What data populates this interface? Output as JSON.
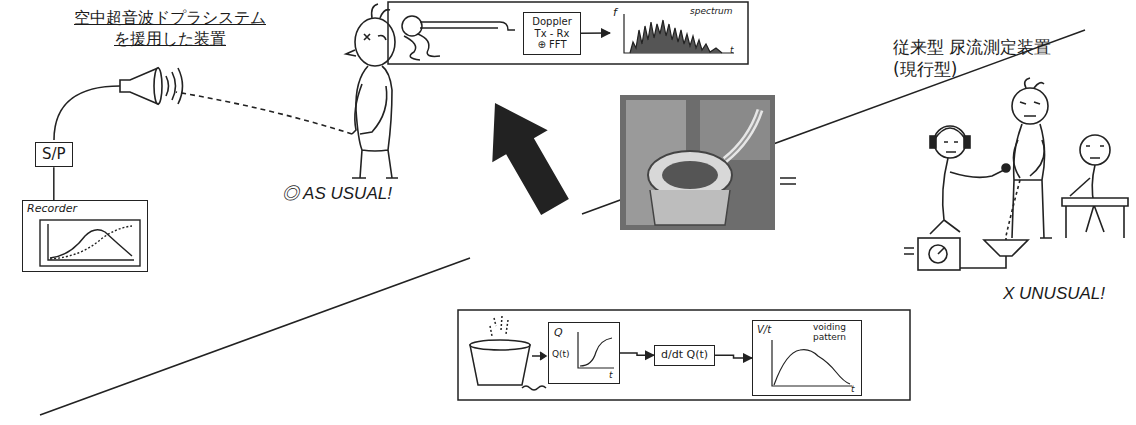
{
  "diagram": {
    "nodes": [
      {
        "text": [
          "Doppler Tx - Rx ⊕ FFT"
        ]
      },
      {
        "text": [
          "spectrum",
          "f",
          "t"
        ]
      },
      {
        "text": [
          "S/P"
        ]
      },
      {
        "text": [
          "Recorder"
        ]
      },
      {
        "text": [
          "Q",
          "Q(t)",
          "t"
        ]
      },
      {
        "text": [
          "d/dt Q(t)"
        ]
      },
      {
        "text": [
          "V/t",
          "voiding pattern",
          "t"
        ]
      }
    ],
    "edges": [
      {
        "from": 0,
        "to": 1,
        "arrow": "to"
      },
      {
        "from": 2,
        "to": 3,
        "arrow": "none"
      },
      {
        "from": 4,
        "to": 5,
        "arrow": "to"
      },
      {
        "from": 5,
        "to": 6,
        "arrow": "to"
      }
    ],
    "labels": [
      "空中超音波ドプラシステム を援用した装置",
      "◎ AS USUAL!",
      "従来型 尿流測定装置 (現行型)",
      "X UNUSUAL!"
    ]
  }
}
